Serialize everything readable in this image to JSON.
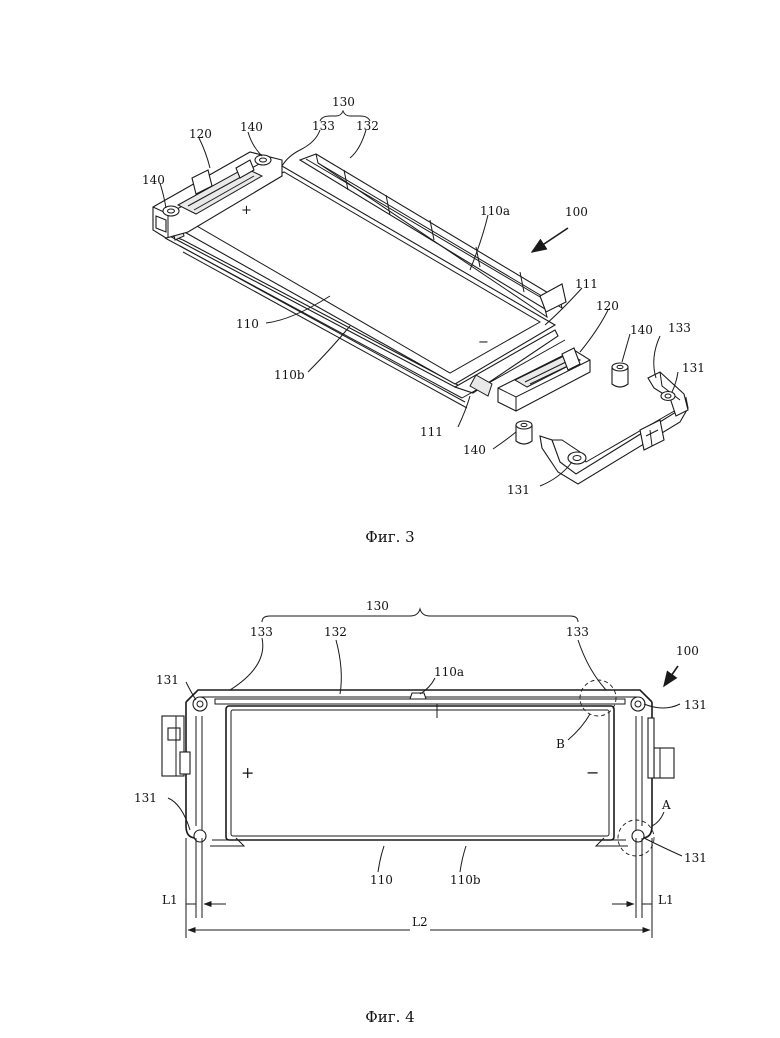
{
  "fig3": {
    "caption": "Фиг. 3",
    "labels": {
      "l130": "130",
      "l133": "133",
      "l132": "132",
      "l140a": "140",
      "l120a": "120",
      "l140b": "140",
      "l110a": "110a",
      "l100": "100",
      "l111a": "111",
      "l110": "110",
      "l120b": "120",
      "l140c": "140",
      "l133b": "133",
      "l131a": "131",
      "l110b": "110b",
      "l111b": "111",
      "l140d": "140",
      "l131b": "131",
      "plus": "+",
      "minus": "−"
    }
  },
  "fig4": {
    "caption": "Фиг. 4",
    "labels": {
      "l130": "130",
      "l133a": "133",
      "l132": "132",
      "l133b": "133",
      "l110a": "110a",
      "l100": "100",
      "l131tl": "131",
      "l131tr": "131",
      "lB": "B",
      "lA": "A",
      "l131bl": "131",
      "l131br": "131",
      "l110": "110",
      "l110b": "110b",
      "lL1a": "L1",
      "lL1b": "L1",
      "lL2": "L2",
      "plus": "+",
      "minus": "−"
    }
  }
}
